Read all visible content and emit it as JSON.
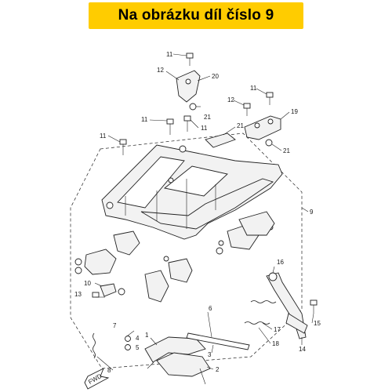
{
  "banner": {
    "title": "Na obrázku díl číslo 9",
    "color": "#ffcc00"
  },
  "arrow_label": "FWD",
  "callouts": [
    "11",
    "12",
    "20",
    "21",
    "12",
    "11",
    "19",
    "11",
    "11",
    "21",
    "21",
    "11",
    "9",
    "16",
    "10",
    "13",
    "7",
    "4",
    "5",
    "8",
    "1",
    "6",
    "3",
    "2",
    "17",
    "18",
    "15",
    "14"
  ]
}
